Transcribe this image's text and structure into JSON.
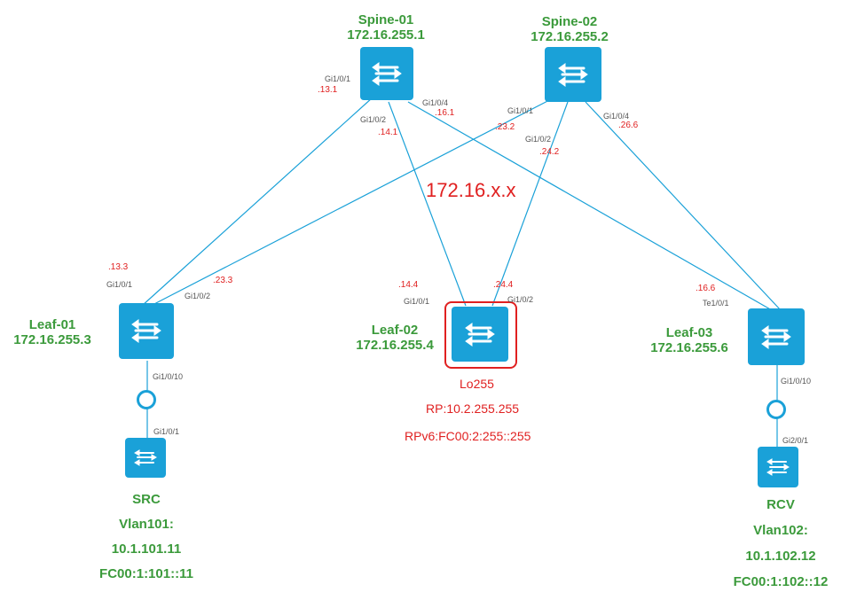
{
  "colors": {
    "link": "#1aa1d8",
    "device": "#1aa1d8",
    "label_green": "#3b9a3b",
    "label_red": "#e02020"
  },
  "network_label": "172.16.x.x",
  "devices": {
    "spine01": {
      "name": "Spine-01",
      "ip": "172.16.255.1",
      "icon": "switch-icon"
    },
    "spine02": {
      "name": "Spine-02",
      "ip": "172.16.255.2",
      "icon": "switch-icon"
    },
    "leaf01": {
      "name": "Leaf-01",
      "ip": "172.16.255.3",
      "icon": "switch-icon"
    },
    "leaf02": {
      "name": "Leaf-02",
      "ip": "172.16.255.4",
      "icon": "switch-icon"
    },
    "leaf03": {
      "name": "Leaf-03",
      "ip": "172.16.255.6",
      "icon": "switch-icon"
    },
    "src": {
      "name": "SRC",
      "vlan": "Vlan101:",
      "ipv4": "10.1.101.11",
      "ipv6": "FC00:1:101::11",
      "icon": "switch-icon"
    },
    "rcv": {
      "name": "RCV",
      "vlan": "Vlan102:",
      "ipv4": "10.1.102.12",
      "ipv6": "FC00:1:102::12",
      "icon": "switch-icon"
    }
  },
  "rp": {
    "interface": "Lo255",
    "rp": "RP:10.2.255.255",
    "rpv6": "RPv6:FC00:2:255::255"
  },
  "ports": {
    "s1_p1": "Gi1/0/1",
    "s1_p2": "Gi1/0/2",
    "s1_p4": "Gi1/0/4",
    "s2_p1": "Gi1/0/1",
    "s2_p2": "Gi1/0/2",
    "s2_p4": "Gi1/0/4",
    "l1_p1": "Gi1/0/1",
    "l1_p2": "Gi1/0/2",
    "l1_p10": "Gi1/0/10",
    "l2_p1": "Gi1/0/1",
    "l2_p2": "Gi1/0/2",
    "l3_te": "Te1/0/1",
    "l3_p10": "Gi1/0/10",
    "src_p1": "Gi1/0/1",
    "rcv_p1": "Gi2/0/1"
  },
  "ips": {
    "s1_131": ".13.1",
    "s1_141": ".14.1",
    "s1_161": ".16.1",
    "s2_232": ".23.2",
    "s2_242": ".24.2",
    "s2_266": ".26.6",
    "l1_133": ".13.3",
    "l1_233": ".23.3",
    "l2_144": ".14.4",
    "l2_244": ".24.4",
    "l3_166": ".16.6"
  }
}
